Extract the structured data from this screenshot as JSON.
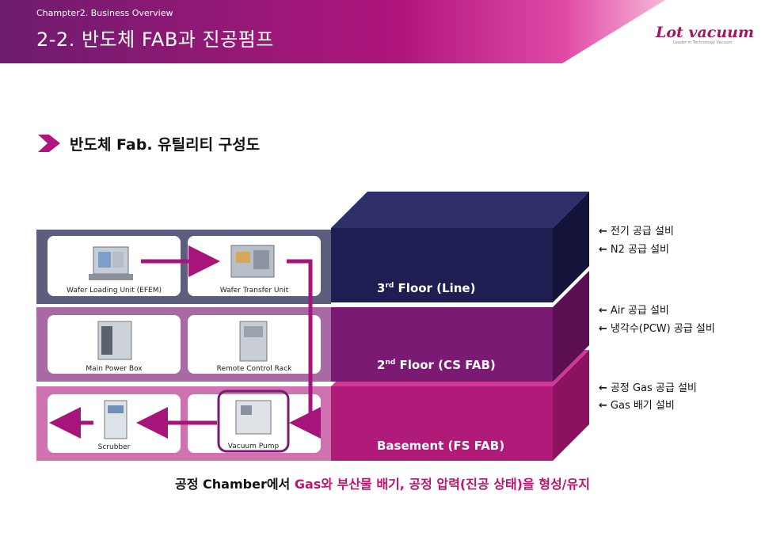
{
  "header": {
    "chapter": "Champter2. Business Overview",
    "title": "2-2. 반도체 FAB과 진공펌프",
    "logo_main": "Lot vacuum",
    "logo_sub": "Leader in Technology Vacuum"
  },
  "section": {
    "title": "반도체  Fab. 유틸리티 구성도"
  },
  "floors": {
    "third": {
      "sup": "rd",
      "num": "3",
      "name": " Floor (Line)"
    },
    "second": {
      "sup": "nd",
      "num": "2",
      "name": " Floor (CS FAB)"
    },
    "basement": {
      "name": "Basement (FS FAB)"
    }
  },
  "equipment": {
    "efem": "Wafer Loading Unit (EFEM)",
    "transfer": "Wafer Transfer Unit",
    "power_box": "Main Power Box",
    "remote_rack": "Remote Control Rack",
    "scrubber": "Scrubber",
    "vacuum_pump": "Vacuum Pump"
  },
  "utilities": [
    "전기 공급 설비",
    "N2 공급 설비",
    "Air 공급 설비",
    "냉각수(PCW) 공급 설비",
    "공정 Gas 공급 설비",
    "Gas 배기 설비"
  ],
  "utility_arrow": "←",
  "caption": {
    "part1": "공정 Chamber에서 ",
    "highlight": "Gas와 부산물 배기, 공정 압력(진공 상태)을 형성/유지"
  },
  "colors": {
    "floor3": "#1e1e52",
    "floor2": "#7a1a72",
    "basement": "#b01a78",
    "accent": "#c0126e",
    "arrow": "#a8157a"
  }
}
